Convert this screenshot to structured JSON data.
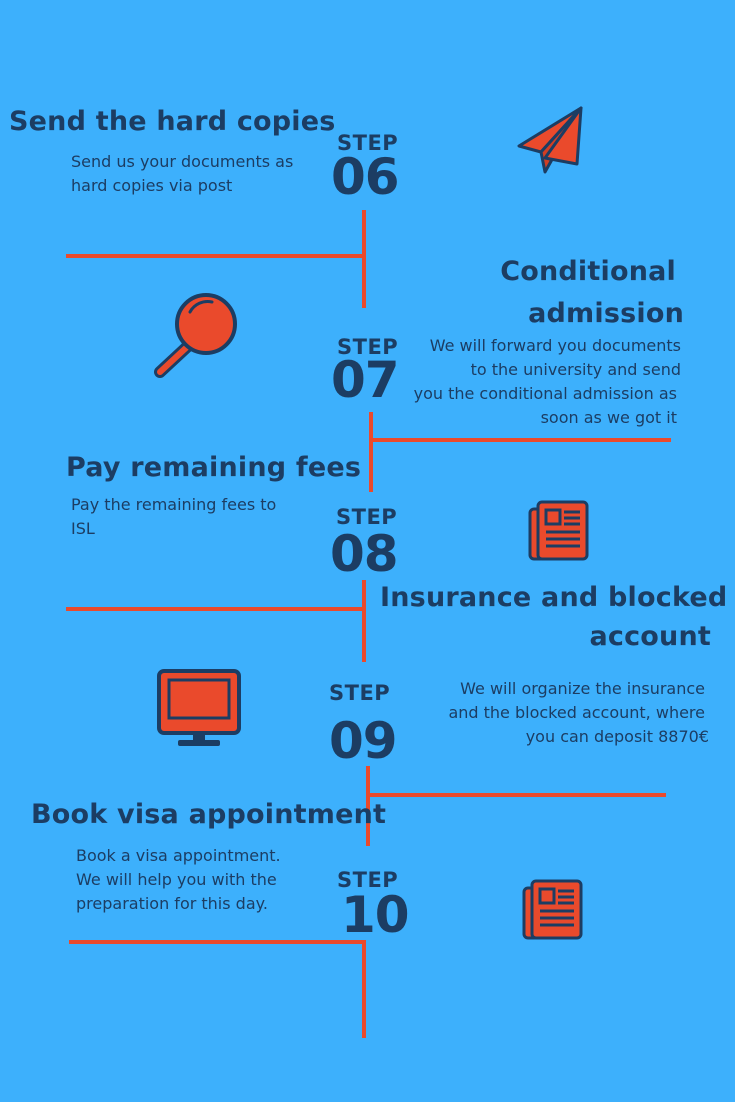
{
  "steps": [
    {
      "label": "STEP",
      "number": "06",
      "title": "Send the  hard copies",
      "description": [
        "Send us your documents as",
        "hard copies via post"
      ],
      "icon": "paper-plane-icon"
    },
    {
      "label": "STEP",
      "number": "07",
      "title": [
        "Conditional",
        "admission"
      ],
      "description": [
        "We will forward you documents",
        "to the university and send",
        "you the conditional admission as",
        "soon as we got it"
      ],
      "icon": "magnifying-glass-icon"
    },
    {
      "label": "STEP",
      "number": "08",
      "title": "Pay remaining fees",
      "description": [
        "Pay the remaining fees to",
        "ISL"
      ],
      "icon": "newspaper-icon"
    },
    {
      "label": "STEP",
      "number": "09",
      "title": [
        "Insurance and blocked",
        "account"
      ],
      "description": [
        "We will organize the insurance",
        "and the blocked account, where",
        "you can deposit 8870€"
      ],
      "icon": "monitor-icon"
    },
    {
      "label": "STEP",
      "number": "10",
      "title": "Book visa appointment",
      "description": [
        "Book a visa appointment.",
        "We will help you with the",
        "preparation for this day."
      ],
      "icon": "newspaper-icon"
    }
  ],
  "colors": {
    "background": "#3db0fc",
    "text": "#1c3d63",
    "accent": "#ea4a2c"
  }
}
